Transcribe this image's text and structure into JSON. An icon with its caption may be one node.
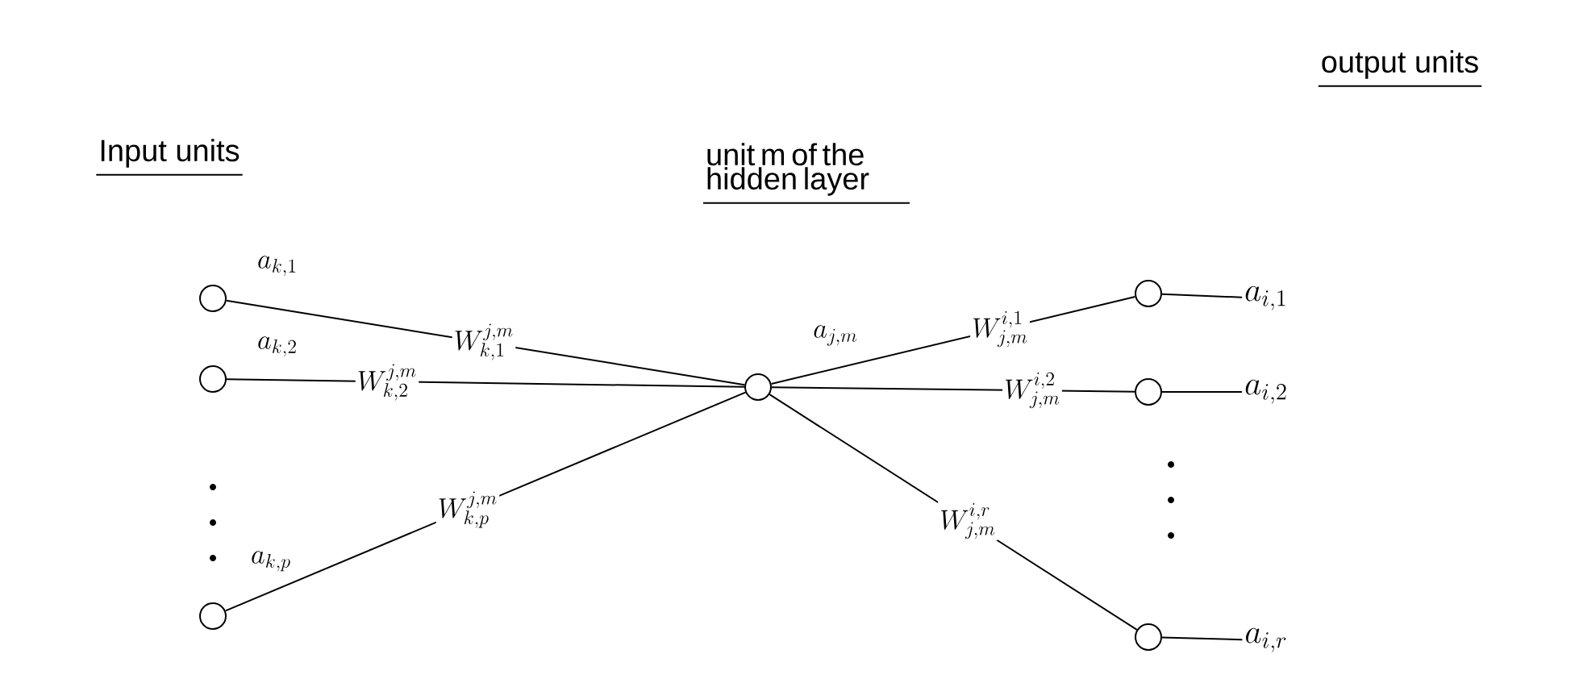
{
  "diagram": {
    "nodes": [
      {
        "text": [],
        "shape": "circle",
        "beside": [
          "a_{k,1}"
        ]
      },
      {
        "text": [],
        "shape": "circle",
        "beside": [
          "a_{k,2}"
        ]
      },
      {
        "text": [],
        "shape": "circle",
        "beside": [
          "a_{k,p}"
        ]
      },
      {
        "text": [],
        "shape": "circle",
        "beside": [
          "a_{j,m}"
        ]
      },
      {
        "text": [],
        "shape": "circle"
      },
      {
        "text": [
          "a_{i,1}"
        ]
      },
      {
        "text": [],
        "shape": "circle"
      },
      {
        "text": [
          "a_{i,2}"
        ]
      },
      {
        "text": [],
        "shape": "circle"
      },
      {
        "text": [
          "a_{i,r}"
        ]
      }
    ],
    "edges": [
      {
        "from": 0,
        "to": 3,
        "arrow": "none",
        "label": "W^{j,m}_{k,1}"
      },
      {
        "from": 1,
        "to": 3,
        "arrow": "none",
        "label": "W^{j,m}_{k,2}"
      },
      {
        "from": 2,
        "to": 3,
        "arrow": "none",
        "label": "W^{j,m}_{k,p}"
      },
      {
        "from": 3,
        "to": 4,
        "arrow": "none",
        "label": "W^{i,1}_{j,m}"
      },
      {
        "from": 3,
        "to": 6,
        "arrow": "none",
        "label": "W^{i,2}_{j,m}"
      },
      {
        "from": 3,
        "to": 8,
        "arrow": "none",
        "label": "W^{i,r}_{j,m}"
      },
      {
        "from": 4,
        "to": 5,
        "arrow": "none"
      },
      {
        "from": 6,
        "to": 7,
        "arrow": "none"
      },
      {
        "from": 8,
        "to": 9,
        "arrow": "none"
      }
    ],
    "labels": [
      "Input units",
      "unit m of the hidden layer",
      "output units"
    ]
  }
}
